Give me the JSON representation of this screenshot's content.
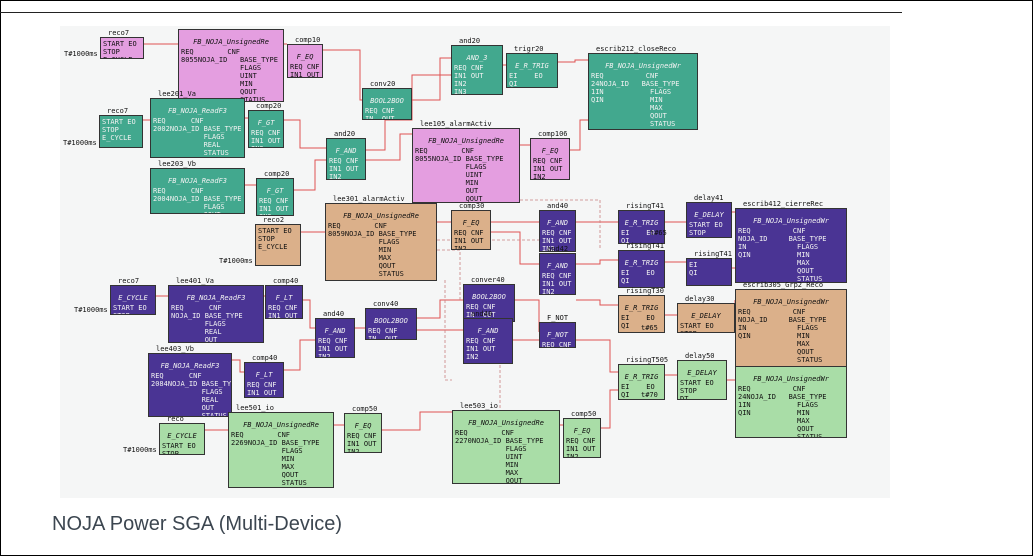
{
  "caption": "NOJA Power SGA (Multi-Device)",
  "colors": {
    "pink": "#e49ee0",
    "teal": "#42a88e",
    "purple": "#4a3494",
    "tan": "#dbb08a",
    "green": "#a9dda7",
    "wire": "#e05252"
  },
  "blocks": [
    {
      "id": "reco7-top",
      "title": "reco7",
      "label": "",
      "ports": [
        "START EO",
        "STOP",
        "E_CYCLE"
      ],
      "color": "pink",
      "ext": "T#1000ms"
    },
    {
      "id": "fb-noja-top",
      "title": "",
      "label": "FB_NOJA_UnsignedRe",
      "ports": [
        "REQ        CNF",
        "8055NOJA_ID   BASE_TYPE",
        "              FLAGS",
        "              UINT",
        "              MIN",
        "              QOUT",
        "              STATUS"
      ],
      "color": "pink"
    },
    {
      "id": "comp10",
      "title": "comp10",
      "label": "F_EQ",
      "ports": [
        "REQ CNF",
        "IN1 OUT",
        "IN2"
      ],
      "color": "pink"
    },
    {
      "id": "reco7-2",
      "title": "reco7",
      "label": "",
      "ports": [
        "START EO",
        "STOP",
        "E_CYCLE"
      ],
      "color": "teal",
      "ext": "T#1000ms"
    },
    {
      "id": "lee201",
      "title": "lee201_Va",
      "label": "FB_NOJA_ReadF3",
      "ports": [
        "REQ      CNF",
        "2002NOJA_ID BASE_TYPE",
        "            FLAGS",
        "            REAL",
        "            STATUS"
      ],
      "color": "teal"
    },
    {
      "id": "comp20",
      "title": "comp20",
      "label": "F_GT",
      "ports": [
        "REQ CNF",
        "IN1 OUT",
        "IN2"
      ],
      "color": "teal"
    },
    {
      "id": "lee203",
      "title": "lee203_Vb",
      "label": "FB_NOJA_ReadF3",
      "ports": [
        "REQ      CNF",
        "2004NOJA_ID BASE_TYPE",
        "            FLAGS",
        "            QOUT",
        "            STATUS"
      ],
      "color": "teal"
    },
    {
      "id": "comp20b",
      "title": "comp20",
      "label": "F_GT",
      "ports": [
        "REQ CNF",
        "IN1 OUT",
        "IN2"
      ],
      "color": "teal"
    },
    {
      "id": "and20a",
      "title": "and20",
      "label": "F_AND",
      "ports": [
        "REQ CNF",
        "IN1 OUT",
        "IN2"
      ],
      "color": "teal"
    },
    {
      "id": "conv20",
      "title": "conv20",
      "label": "BOOL2BOO",
      "ports": [
        "REQ CNF",
        "IN  OUT"
      ],
      "color": "teal"
    },
    {
      "id": "and20b",
      "title": "and20",
      "label": "AND_3",
      "ports": [
        "REQ CNF",
        "IN1 OUT",
        "IN2",
        "IN3"
      ],
      "color": "teal"
    },
    {
      "id": "trigr20",
      "title": "trigr20",
      "label": "E_R_TRIG",
      "ports": [
        "EI    EO",
        "QI"
      ],
      "color": "teal"
    },
    {
      "id": "escrib212",
      "title": "escrib212_closeReco",
      "label": "FB_NOJA_UnsignedWr",
      "ports": [
        "REQ          CNF",
        "24NOJA_ID   BASE_TYPE",
        "1IN           FLAGS",
        "QIN           MIN",
        "              MAX",
        "              QOUT",
        "              STATUS"
      ],
      "color": "teal"
    },
    {
      "id": "lee105",
      "title": "lee105_alarmActiv",
      "label": "FB_NOJA_UnsignedRe",
      "ports": [
        "REQ        CNF",
        "8055NOJA_ID BASE_TYPE",
        "            FLAGS",
        "            UINT",
        "            MIN",
        "            OUT",
        "            QOUT",
        "            STATUS"
      ],
      "color": "pink"
    },
    {
      "id": "comp106",
      "title": "comp106",
      "label": "F_EQ",
      "ports": [
        "REQ CNF",
        "IN1 OUT",
        "IN2"
      ],
      "color": "pink"
    },
    {
      "id": "lee301",
      "title": "lee301_alarmActiv",
      "label": "FB_NOJA_UnsignedRe",
      "ports": [
        "REQ        CNF",
        "8059NOJA_ID BASE_TYPE",
        "            FLAGS",
        "            MIN",
        "            MAX",
        "            QOUT",
        "            STATUS"
      ],
      "color": "tan"
    },
    {
      "id": "reco2",
      "title": "reco2",
      "label": "",
      "ports": [
        "START EO",
        "STOP",
        "E_CYCLE"
      ],
      "color": "tan",
      "ext": "T#1000ms"
    },
    {
      "id": "comp30",
      "title": "comp30",
      "label": "F_EQ",
      "ports": [
        "REQ CNF",
        "IN1 OUT",
        "IN2"
      ],
      "color": "tan"
    },
    {
      "id": "and40a",
      "title": "and40",
      "label": "F_AND",
      "ports": [
        "REQ CNF",
        "IN1 OUT",
        "IN2"
      ],
      "color": "purple"
    },
    {
      "id": "and42",
      "title": "and42",
      "label": "F_AND",
      "ports": [
        "REQ CNF",
        "IN1 OUT",
        "IN2"
      ],
      "color": "purple"
    },
    {
      "id": "rising41",
      "title": "risingT41",
      "label": "E_R_TRIG",
      "ports": [
        "EI    EO",
        "QI"
      ],
      "color": "purple"
    },
    {
      "id": "delay41",
      "title": "delay41",
      "label": "E_DELAY",
      "ports": [
        "START EO",
        "STOP",
        "DT"
      ],
      "color": "purple",
      "ext": "t#65"
    },
    {
      "id": "escrib412",
      "title": "escrib412_cierreRec",
      "label": "FB_NOJA_UnsignedWr",
      "ports": [
        "REQ          CNF",
        "NOJA_ID     BASE_TYPE",
        "IN            FLAGS",
        "QIN           MIN",
        "              MAX",
        "              QOUT",
        "              STATUS"
      ],
      "color": "purple"
    },
    {
      "id": "rising41b",
      "title": "risingT41",
      "label": "E_R_TRIG",
      "ports": [
        "EI    EO",
        "QI"
      ],
      "color": "purple"
    },
    {
      "id": "rising41c",
      "title": "risingT41",
      "label": "",
      "ports": [
        "EI",
        "QI"
      ],
      "color": "purple"
    },
    {
      "id": "reco7-3",
      "title": "reco7",
      "label": "E_CYCLE",
      "ports": [
        "START EO",
        "STOP"
      ],
      "color": "purple",
      "ext": "T#1000ms"
    },
    {
      "id": "lee401",
      "title": "lee401_Va",
      "label": "FB_NOJA_ReadF3",
      "ports": [
        "REQ      CNF",
        "NOJA_ID BASE_TYPE",
        "        FLAGS",
        "        REAL",
        "        OUT",
        "        STATUS"
      ],
      "color": "purple"
    },
    {
      "id": "comp40",
      "title": "comp40",
      "label": "F_LT",
      "ports": [
        "REQ CNF",
        "IN1 OUT",
        "IN2"
      ],
      "color": "purple"
    },
    {
      "id": "and40b",
      "title": "and40",
      "label": "F_AND",
      "ports": [
        "REQ CNF",
        "IN1 OUT",
        "IN2"
      ],
      "color": "purple"
    },
    {
      "id": "conv40",
      "title": "conv40",
      "label": "BOOL2BOO",
      "ports": [
        "REQ CNF",
        "IN  OUT"
      ],
      "color": "purple"
    },
    {
      "id": "conver40",
      "title": "conver40",
      "label": "BOOL2BOO",
      "ports": [
        "REQ CNF",
        "IN  OUT"
      ],
      "color": "purple"
    },
    {
      "id": "and40c",
      "title": "and40",
      "label": "F_AND",
      "ports": [
        "REQ CNF",
        "IN1 OUT",
        "IN2"
      ],
      "color": "purple"
    },
    {
      "id": "fnot",
      "title": "F_NOT",
      "label": "F_NOT",
      "ports": [
        "REQ CNF",
        "IN  OUT"
      ],
      "color": "purple"
    },
    {
      "id": "lee403",
      "title": "lee403_Vb",
      "label": "FB_NOJA_ReadF3",
      "ports": [
        "REQ      CNF",
        "2084NOJA_ID BASE_TYPE",
        "            FLAGS",
        "            REAL",
        "            OUT",
        "            STATUS"
      ],
      "color": "purple"
    },
    {
      "id": "comp40b",
      "title": "comp40",
      "label": "F_LT",
      "ports": [
        "REQ CNF",
        "IN1 OUT",
        "IN2"
      ],
      "color": "purple"
    },
    {
      "id": "rising30",
      "title": "risingT30",
      "label": "E_R_TRIG",
      "ports": [
        "EI    EO",
        "QI"
      ],
      "color": "tan"
    },
    {
      "id": "delay30",
      "title": "delay30",
      "label": "E_DELAY",
      "ports": [
        "START EO",
        "STOP",
        "DT"
      ],
      "color": "tan",
      "ext": "t#65"
    },
    {
      "id": "escrib305",
      "title": "escrib305_Grp2_Reco",
      "label": "FB_NOJA_UnsignedWr",
      "ports": [
        "REQ          CNF",
        "NOJA_ID     BASE_TYPE",
        "IN            FLAGS",
        "QIN           MIN",
        "              MAX",
        "              QOUT",
        "              STATUS"
      ],
      "color": "tan"
    },
    {
      "id": "rising505",
      "title": "risingT505",
      "label": "E_R_TRIG",
      "ports": [
        "EI    EO",
        "QI"
      ],
      "color": "green"
    },
    {
      "id": "delay50",
      "title": "delay50",
      "label": "E_DELAY",
      "ports": [
        "START EO",
        "STOP",
        "DT"
      ],
      "color": "green",
      "ext": "t#70"
    },
    {
      "id": "escrib-g",
      "title": "",
      "label": "FB_NOJA_UnsignedWr",
      "ports": [
        "REQ          CNF",
        "24NOJA_ID   BASE_TYPE",
        "1IN           FLAGS",
        "QIN           MIN",
        "              MAX",
        "              QOUT",
        "              STATUS"
      ],
      "color": "green"
    },
    {
      "id": "reco-g",
      "title": "reco",
      "label": "E_CYCLE",
      "ports": [
        "START EO",
        "STOP"
      ],
      "color": "green",
      "ext": "T#1000ms"
    },
    {
      "id": "lee501",
      "title": "lee501_io",
      "label": "FB_NOJA_UnsignedRe",
      "ports": [
        "REQ        CNF",
        "2269NOJA_ID BASE_TYPE",
        "            FLAGS",
        "            MIN",
        "            MAX",
        "            QOUT",
        "            STATUS"
      ],
      "color": "green"
    },
    {
      "id": "comp50",
      "title": "comp50",
      "label": "F_EQ",
      "ports": [
        "REQ CNF",
        "IN1 OUT",
        "IN2"
      ],
      "color": "green"
    },
    {
      "id": "lee503",
      "title": "lee503_io",
      "label": "FB_NOJA_UnsignedRe",
      "ports": [
        "REQ        CNF",
        "2270NOJA_ID BASE_TYPE",
        "            FLAGS",
        "            UINT",
        "            MIN",
        "            MAX",
        "            QOUT",
        "            STATUS"
      ],
      "color": "green"
    },
    {
      "id": "comp50b",
      "title": "comp50",
      "label": "F_EQ",
      "ports": [
        "REQ CNF",
        "IN1 OUT",
        "IN2"
      ],
      "color": "green"
    }
  ]
}
